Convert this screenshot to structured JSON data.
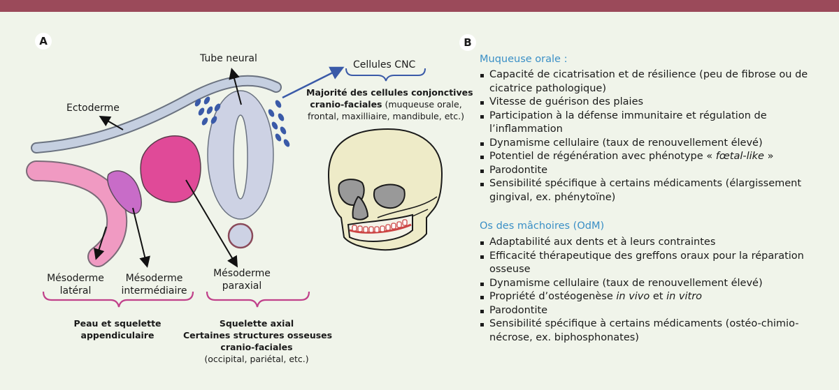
{
  "panel_a": {
    "label": "A",
    "tube_neural": "Tube neural",
    "ectoderme": "Ectoderme",
    "cellules_cnc": "Cellules CNC",
    "cnc_desc_bold_1": "Majorité des cellules conjonctives",
    "cnc_desc_bold_2": "cranio-faciales",
    "cnc_desc_rest_1": " (muqueuse orale,",
    "cnc_desc_rest_2": "frontal, maxilliaire, mandibule, etc.)",
    "mesoderme_lateral_1": "Mésoderme",
    "mesoderme_lateral_2": "latéral",
    "mesoderme_intermediaire_1": "Mésoderme",
    "mesoderme_intermediaire_2": "intermédiaire",
    "mesoderme_paraxial_1": "Mésoderme",
    "mesoderme_paraxial_2": "paraxial",
    "peau_1": "Peau et squelette",
    "peau_2": "appendiculaire",
    "squelette_1": "Squelette axial",
    "squelette_2": "Certaines structures osseuses",
    "squelette_3": "cranio-faciales",
    "squelette_4": "(occipital, pariétal, etc.)",
    "colors": {
      "ectoderm": "#c5cfe0",
      "neural_tube": "#cdd2e4",
      "lateral": "#f09ac2",
      "intermediate": "#c86cc8",
      "paraxial": "#e04a98",
      "cnc_dots": "#3a5aa8",
      "brace": "#c0408a"
    }
  },
  "panel_b": {
    "label": "B",
    "muqueuse_title": "Muqueuse orale :",
    "muqueuse_items": [
      "Capacité de cicatrisation et de résilience (peu de fibrose ou de cicatrice pathologique)",
      "Vitesse de guérison des plaies",
      "Participation à la défense immunitaire et régulation de l’inflammation",
      "Dynamisme cellulaire (taux de renouvellement élevé)",
      "Potentiel de régénération avec phénotype « ",
      "Parodontite",
      "Sensibilité spécifique à certains médicaments (élargissement gingival, ex. phénytoïne)"
    ],
    "fetal_like": "fœtal-like",
    "fetal_close": " »",
    "os_title": "Os des mâchoires (OdM)",
    "os_items": [
      "Adaptabilité aux dents et à leurs contraintes",
      "Efficacité thérapeutique des greffons oraux pour la réparation osseuse",
      "Dynamisme cellulaire (taux de renouvellement élevé)",
      "Propriété d’ostéogenèse ",
      "Parodontite",
      "Sensibilité spécifique à certains médicaments (ostéo-chimio-nécrose, ex. biphosphonates)"
    ],
    "in_vivo": "in vivo",
    "et": " et ",
    "in_vitro": "in vitro"
  }
}
